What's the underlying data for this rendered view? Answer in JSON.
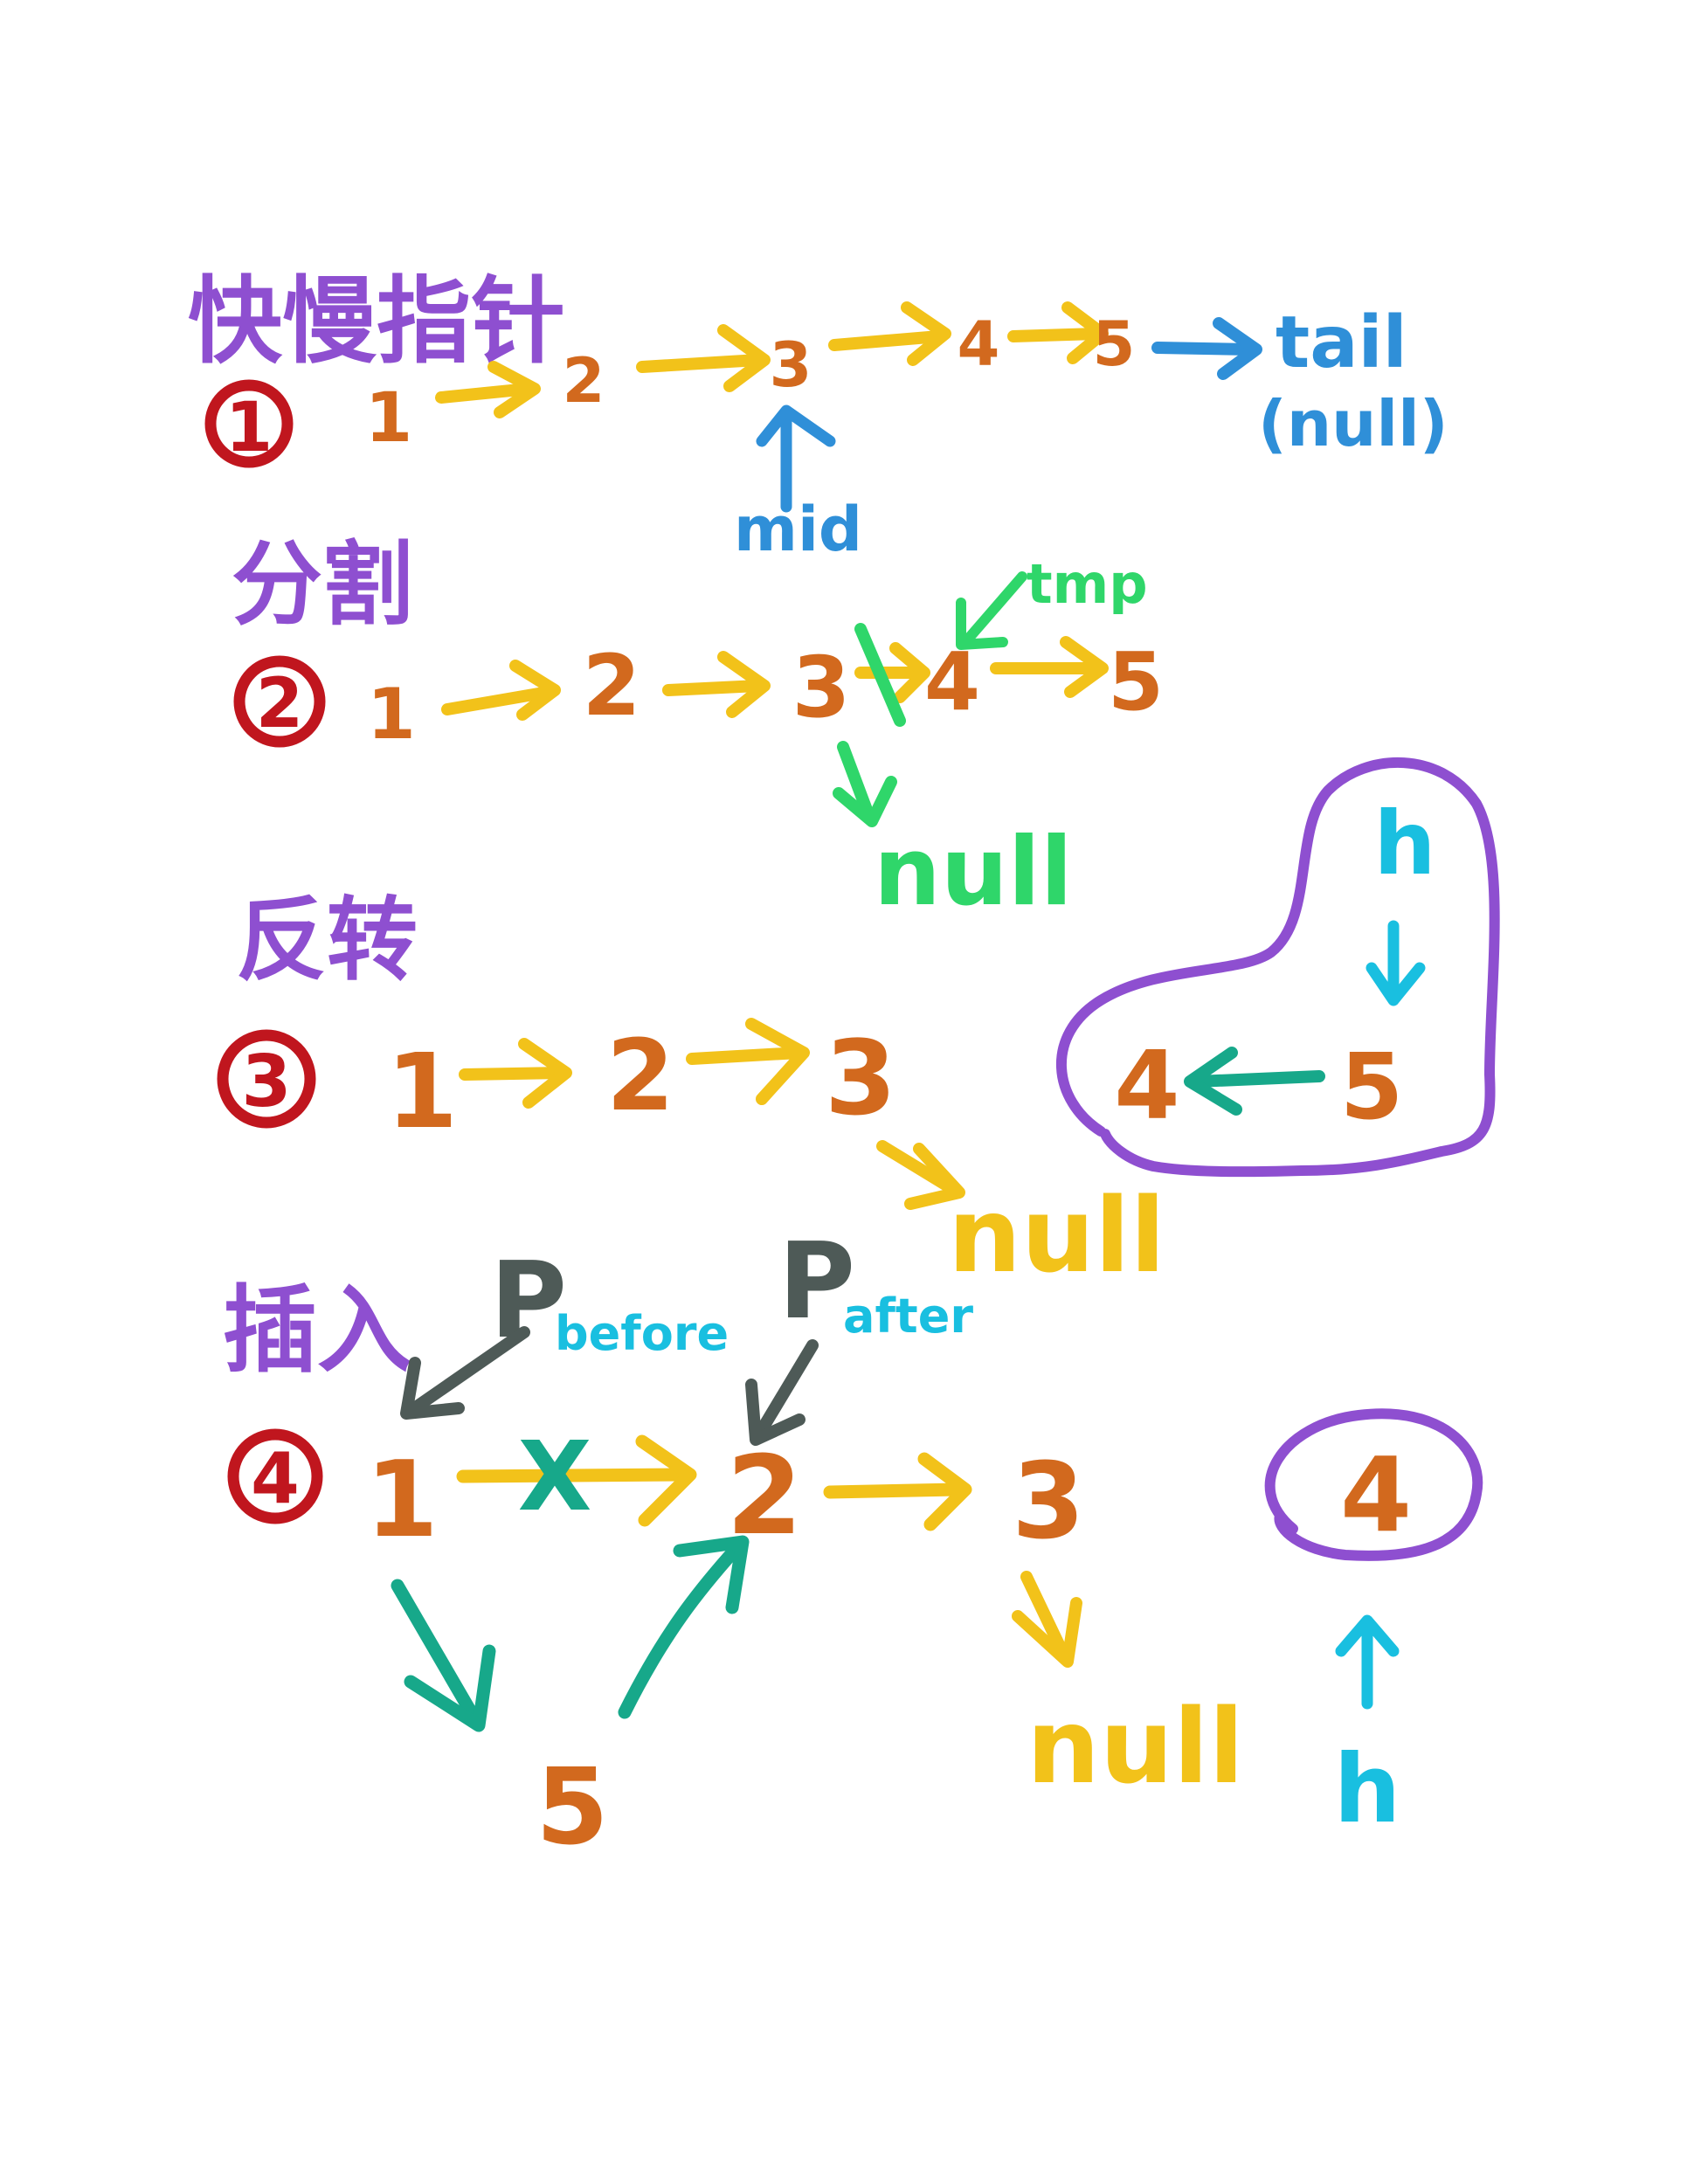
{
  "colors": {
    "purple": "#8e4fd0",
    "red": "#c0161e",
    "orange": "#d2691e",
    "yellow": "#f2c21a",
    "blue": "#2f8fd8",
    "green": "#2fd66a",
    "teal": "#17a88a",
    "cyan": "#19bfe0",
    "gray": "#4e5a57"
  },
  "sections": [
    {
      "title": "快慢指针",
      "step": "1",
      "nodes": [
        "1",
        "2",
        "3",
        "4",
        "5"
      ],
      "tail": "tail",
      "tail_note": "(null)",
      "mid": "mid"
    },
    {
      "title": "分割",
      "step": "2",
      "nodes": [
        "1",
        "2",
        "3",
        "4",
        "5"
      ],
      "tmp": "tmp",
      "null": "null"
    },
    {
      "title": "反转",
      "step": "3",
      "nodes": [
        "1",
        "2",
        "3",
        "4",
        "5"
      ],
      "h": "h",
      "null": "null"
    },
    {
      "title": "插入",
      "step": "4",
      "nodes": [
        "1",
        "2",
        "3",
        "4",
        "5"
      ],
      "cross": "X",
      "p_before": "P",
      "p_before_sub": "before",
      "p_after": "P",
      "p_after_sub": "after",
      "h": "h",
      "null": "null"
    }
  ]
}
